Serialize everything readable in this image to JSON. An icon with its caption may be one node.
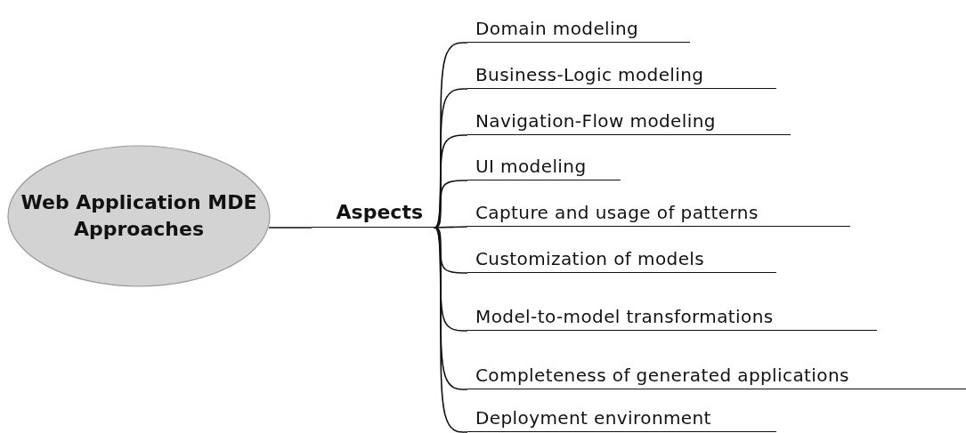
{
  "diagram": {
    "nodes": [
      {
        "text": [
          "Web Application MDE Approaches"
        ]
      },
      {
        "text": [
          "Aspects"
        ]
      },
      {
        "text": [
          "Domain modeling"
        ]
      },
      {
        "text": [
          "Business-Logic modeling"
        ]
      },
      {
        "text": [
          "Navigation-Flow modeling"
        ]
      },
      {
        "text": [
          "UI modeling"
        ]
      },
      {
        "text": [
          "Capture and usage of patterns"
        ]
      },
      {
        "text": [
          "Customization of models"
        ]
      },
      {
        "text": [
          "Model-to-model transformations"
        ]
      },
      {
        "text": [
          "Completeness of generated applications"
        ]
      },
      {
        "text": [
          "Deployment environment"
        ]
      }
    ],
    "edges": [
      {
        "from": 0,
        "to": 1,
        "arrow": "none"
      },
      {
        "from": 1,
        "to": 2,
        "arrow": "none"
      },
      {
        "from": 1,
        "to": 3,
        "arrow": "none"
      },
      {
        "from": 1,
        "to": 4,
        "arrow": "none"
      },
      {
        "from": 1,
        "to": 5,
        "arrow": "none"
      },
      {
        "from": 1,
        "to": 6,
        "arrow": "none"
      },
      {
        "from": 1,
        "to": 7,
        "arrow": "none"
      },
      {
        "from": 1,
        "to": 8,
        "arrow": "none"
      },
      {
        "from": 1,
        "to": 9,
        "arrow": "none"
      },
      {
        "from": 1,
        "to": 10,
        "arrow": "none"
      }
    ]
  }
}
